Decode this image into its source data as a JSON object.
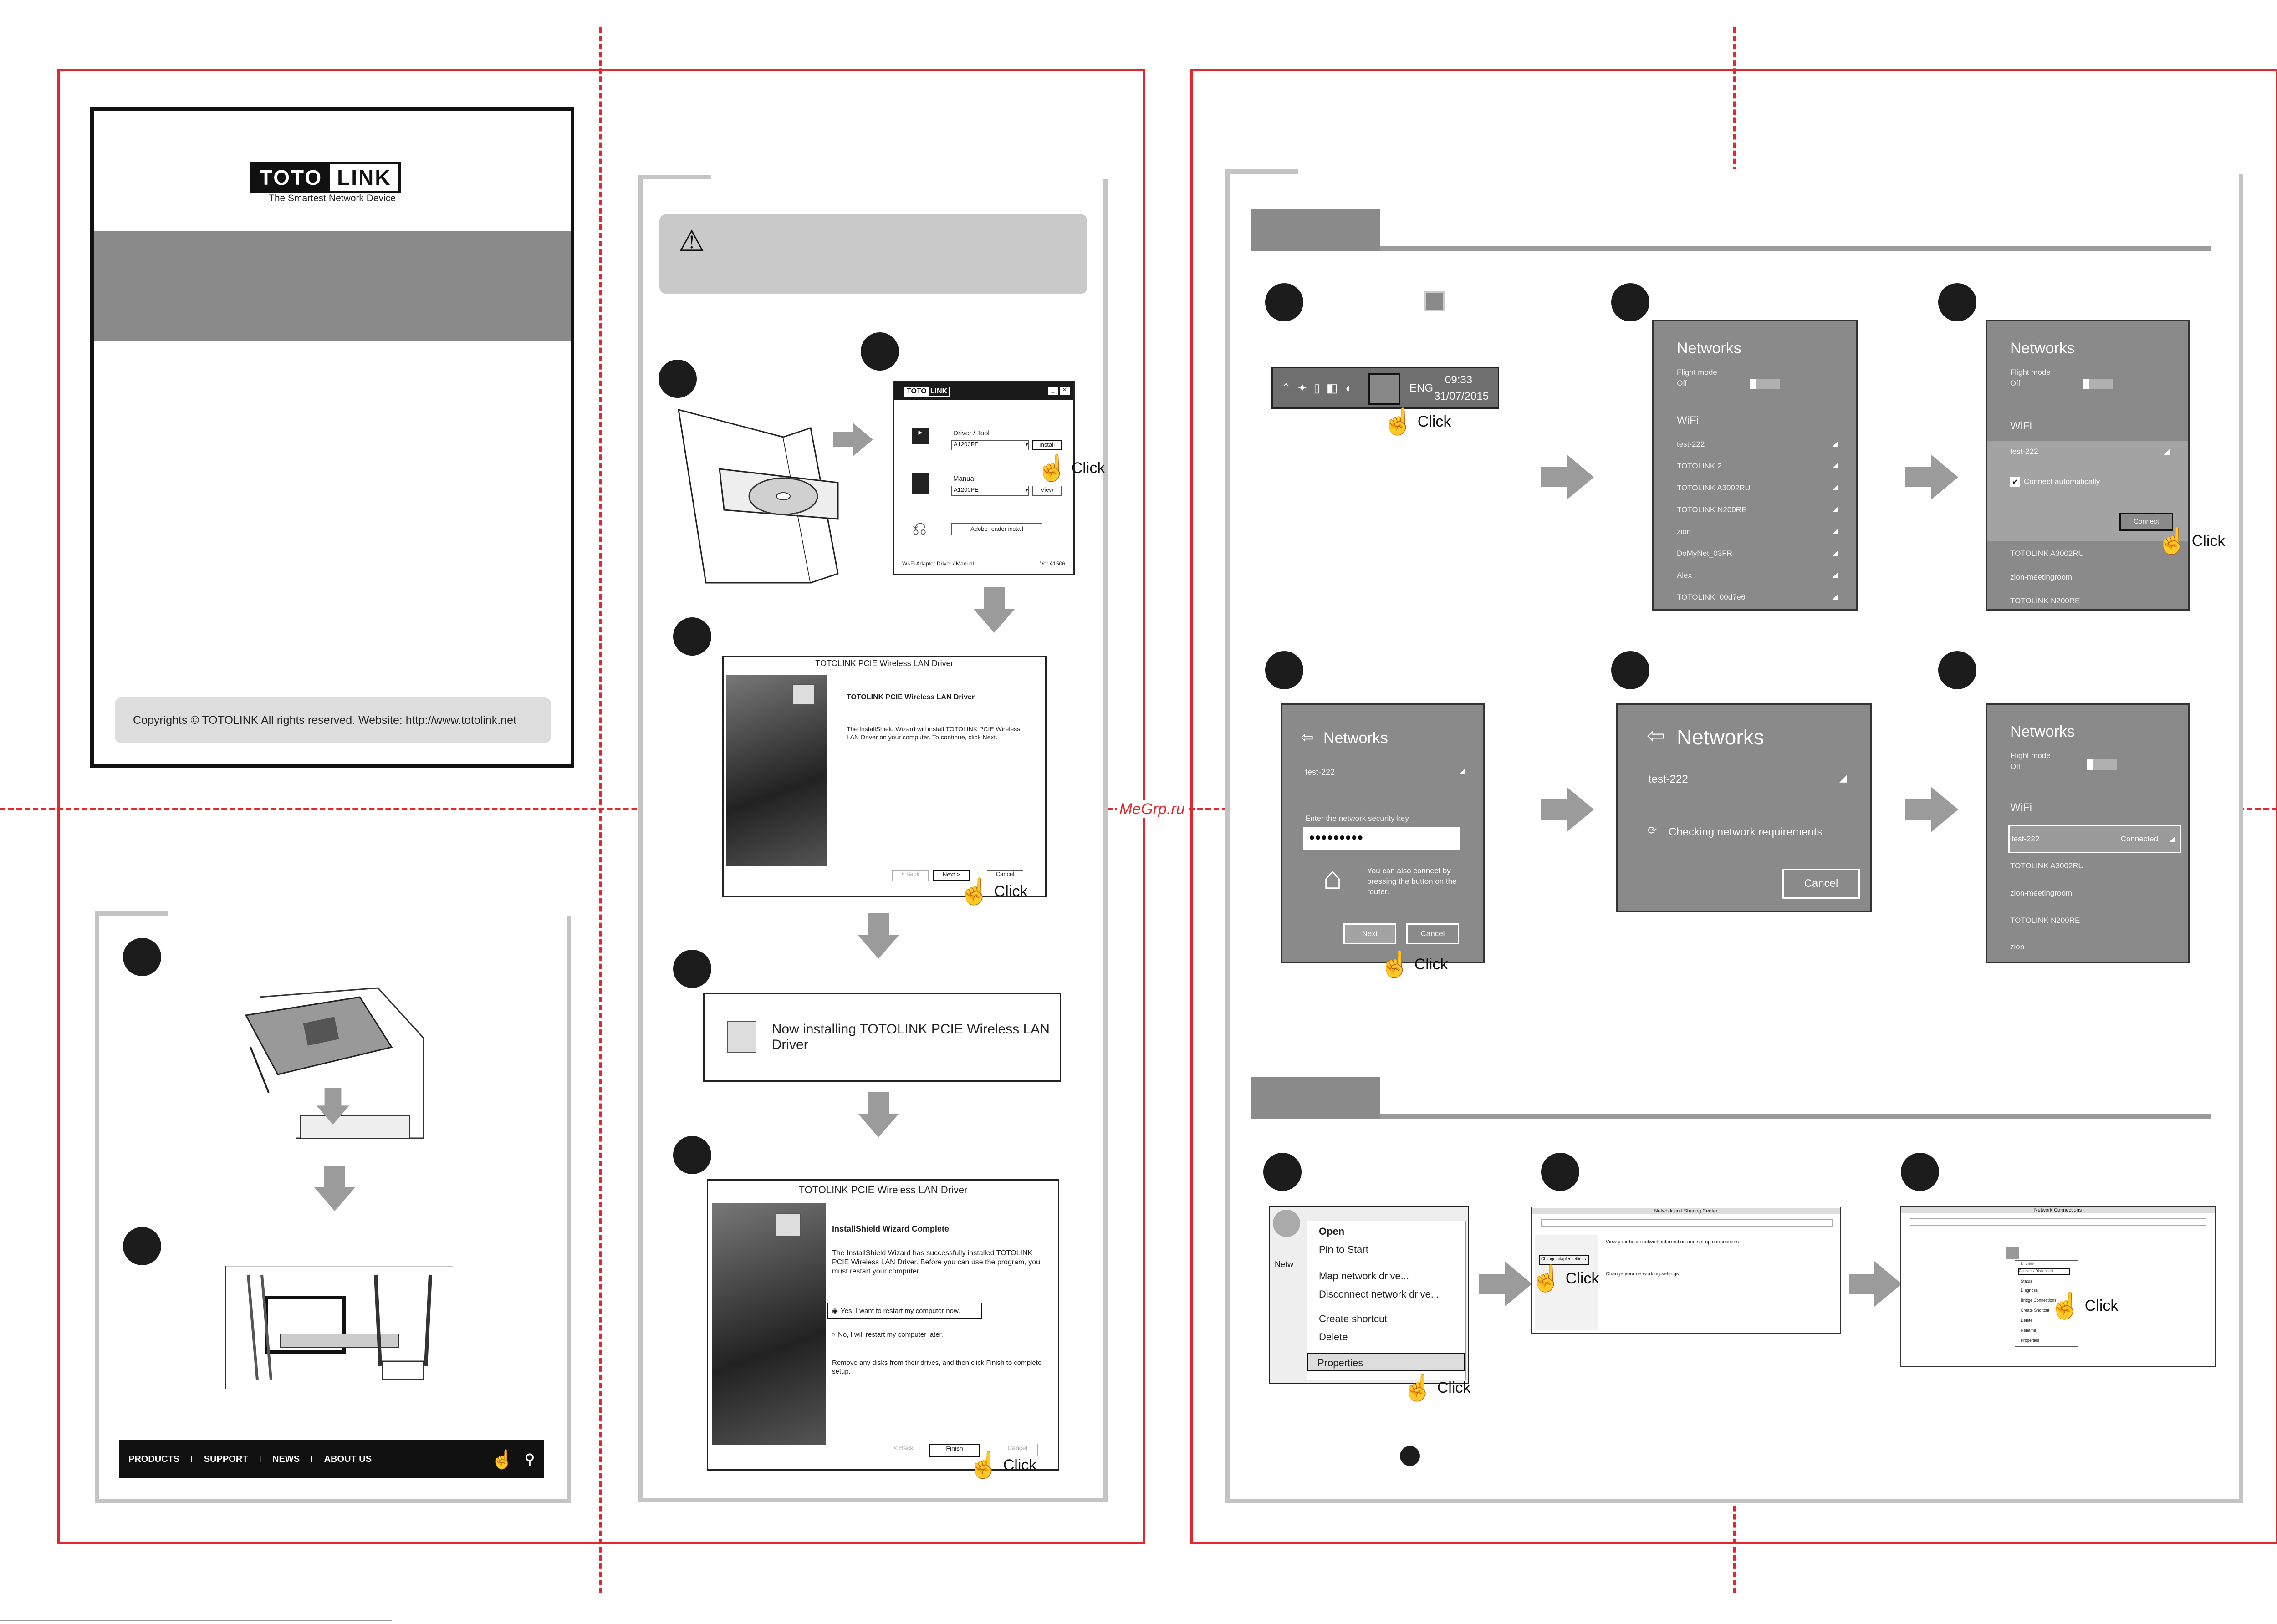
{
  "cover": {
    "brand_left": "TOTO",
    "brand_right": "LINK",
    "tagline": "The Smartest Network Device",
    "copyright": "Copyrights © TOTOLINK All rights reserved. Website: http://www.totolink.net"
  },
  "footer_nav": {
    "items": [
      "PRODUCTS",
      "SUPPORT",
      "NEWS",
      "ABOUT US"
    ],
    "separator": "I"
  },
  "watermark": "MeGrp.ru",
  "click_label": "Click",
  "installer_window": {
    "brand_left": "TOTO",
    "brand_right": "LINK",
    "driver_label": "Driver / Tool",
    "driver_select": "A1200PE",
    "install_button": "Install",
    "manual_label": "Manual",
    "manual_select": "A1200PE",
    "view_button": "View",
    "adobe_button": "Adobe reader install",
    "footer_left": "Wi-Fi Adapter Driver / Manual",
    "footer_right": "Ver.A1506"
  },
  "wizard_welcome": {
    "title": "TOTOLINK PCIE Wireless LAN Driver",
    "heading": "TOTOLINK PCIE Wireless LAN Driver",
    "body": "The InstallShield Wizard will install TOTOLINK PCIE Wireless LAN Driver on your computer. To continue, click Next.",
    "back": "< Back",
    "next": "Next >",
    "cancel": "Cancel"
  },
  "installing": {
    "text": "Now installing TOTOLINK PCIE Wireless LAN Driver"
  },
  "wizard_complete": {
    "title": "TOTOLINK PCIE Wireless LAN Driver",
    "heading": "InstallShield Wizard Complete",
    "body": "The InstallShield Wizard has successfully installed TOTOLINK PCIE Wireless LAN Driver. Before you can use the program, you must restart your computer.",
    "option_yes": "Yes, I want to restart my computer now.",
    "option_no": "No, I will restart my computer later.",
    "note": "Remove any disks from their drives, and then click Finish to complete setup.",
    "back": "< Back",
    "finish": "Finish",
    "cancel": "Cancel"
  },
  "taskbar": {
    "lang": "ENG",
    "time": "09:33",
    "date": "31/07/2015"
  },
  "networks_list": {
    "title": "Networks",
    "flight_mode": "Flight mode",
    "off": "Off",
    "wifi": "WiFi",
    "items": [
      "test-222",
      "TOTOLINK 2",
      "TOTOLINK A3002RU",
      "TOTOLINK N200RE",
      "zion",
      "DoMyNet_03FR",
      "Alex",
      "TOTOLINK_00d7e6"
    ]
  },
  "networks_select": {
    "title": "Networks",
    "flight_mode": "Flight mode",
    "off": "Off",
    "wifi": "WiFi",
    "selected": "test-222",
    "connect_auto": "Connect automatically",
    "connect_button": "Connect",
    "others": [
      "TOTOLINK A3002RU",
      "zion-meetingroom",
      "TOTOLINK N200RE"
    ]
  },
  "networks_key": {
    "title": "Networks",
    "ssid": "test-222",
    "prompt": "Enter the network security key",
    "password": "●●●●●●●●●",
    "wps_hint": "You can also connect by pressing the button on the router.",
    "next": "Next",
    "cancel": "Cancel"
  },
  "networks_checking": {
    "title": "Networks",
    "ssid": "test-222",
    "status": "Checking network requirements",
    "cancel": "Cancel"
  },
  "networks_connected": {
    "title": "Networks",
    "flight_mode": "Flight mode",
    "off": "Off",
    "wifi": "WiFi",
    "connected_ssid": "test-222",
    "connected_label": "Connected",
    "others": [
      "TOTOLINK A3002RU",
      "zion-meetingroom",
      "TOTOLINK N200RE",
      "zion"
    ]
  },
  "context_menu": {
    "items": [
      "Open",
      "Pin to Start",
      "Map network drive...",
      "Disconnect network drive...",
      "Create shortcut",
      "Delete",
      "Properties"
    ],
    "side_label": "Netw"
  },
  "nsc_window": {
    "title": "Network and Sharing Center",
    "line1": "View your basic network information and set up connections",
    "line2": "Change your networking settings",
    "link": "Change adapter settings"
  },
  "adapter_window": {
    "title": "Network Connections",
    "menu": [
      "Disable",
      "Status",
      "Diagnose",
      "Bridge Connections",
      "Create Shortcut",
      "Delete",
      "Rename",
      "Properties"
    ],
    "highlight": "Connect / Disconnect"
  },
  "colors": {
    "red": "#e6262d",
    "gray_panel": "#8a8a8a",
    "frame": "#c4c4c4"
  }
}
